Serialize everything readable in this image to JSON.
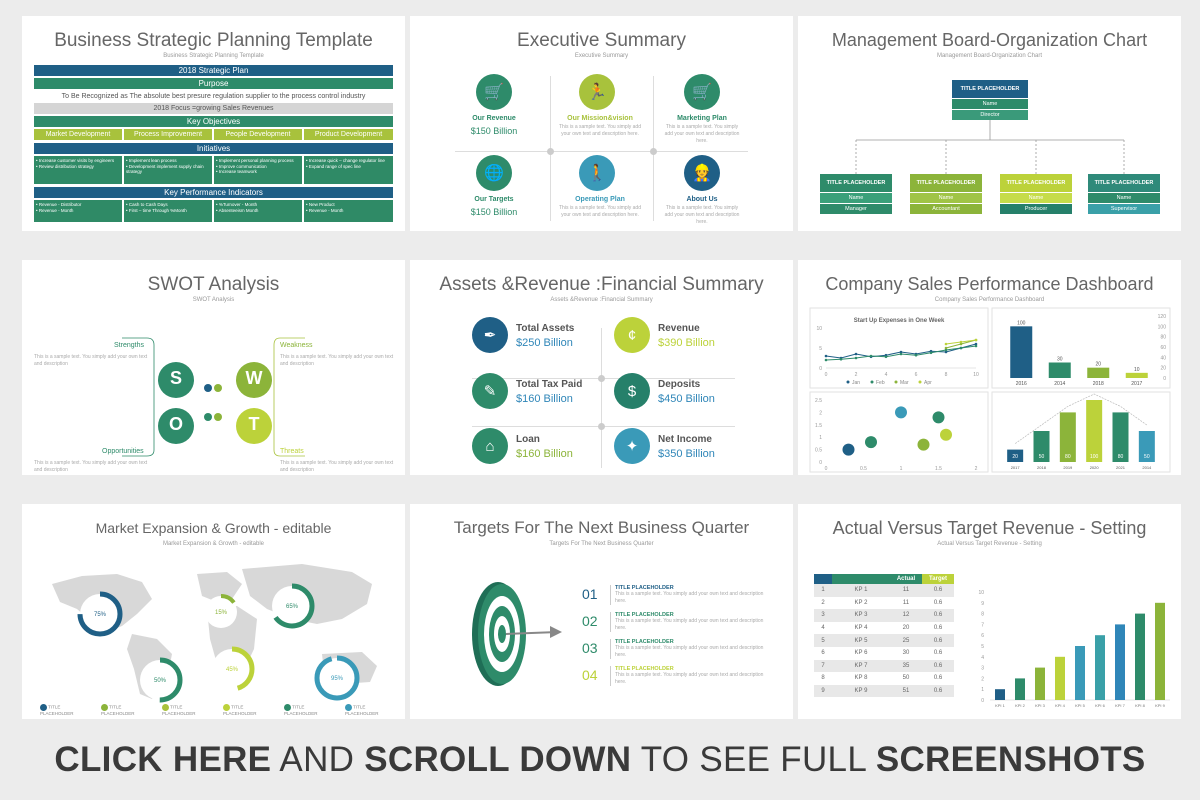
{
  "slides": {
    "s1": {
      "title": "Business Strategic Planning Template",
      "subtitle": "Business Strategic Planning Template",
      "plan": "2018 Strategic Plan",
      "purpose": "Purpose",
      "purpose_text": "To Be Recognized as The absolute best presure regulation supplier to the process control industry",
      "focus": "2018 Focus =growing Sales Revenues",
      "key_objectives": "Key Objectives",
      "objectives": [
        "Market Development",
        "Process Improvement",
        "People Development",
        "Product Development"
      ],
      "initiatives": "Initiatives",
      "initiative_items": [
        "• Increase customer visits by engineers\n• Review distribution strategy",
        "• Implement lean process\n• Development implement supply chain strategy",
        "• Implement personal planning process\n• Improve communication\n• Increase teamwork",
        "• Increase quick – change regulator line\n• Expand range of spec line"
      ],
      "kpi": "Key Performance Indicators",
      "kpi_items": [
        "• Revenue - Distributor\n• Revenue - Month",
        "• Cash to Cash Days\n• First – time Through %Month",
        "• %Turnover - Month\n• Absenteeism Month",
        "• New Product\n• Revenue - Month"
      ]
    },
    "s2": {
      "title": "Executive Summary",
      "subtitle": "Executive Summary",
      "items": [
        {
          "label": "Our Revenue",
          "value": "$150 Billion",
          "color": "#2e8b6a"
        },
        {
          "label": "Our Mission&vision",
          "value": "",
          "desc": "This is a sample text. You simply add your own text and description here.",
          "color": "#a8c23c"
        },
        {
          "label": "Marketing Plan",
          "value": "",
          "desc": "This is a sample text. You simply add your own text and description here.",
          "color": "#2e8b6a"
        },
        {
          "label": "Our Targets",
          "value": "$150 Billion",
          "color": "#2e8b6a"
        },
        {
          "label": "Operating Plan",
          "value": "",
          "desc": "This is a sample text. You simply add your own text and description here.",
          "color": "#3a9ab8"
        },
        {
          "label": "About Us",
          "value": "",
          "desc": "This is a sample text. You simply add your own text and description here.",
          "color": "#1f5f86"
        }
      ]
    },
    "s3": {
      "title": "Management Board-Organization Chart",
      "subtitle": "Management Board-Organization Chart",
      "top": {
        "title": "TITLE PLACEHOLDER",
        "name": "Name",
        "role": "Director"
      },
      "children": [
        {
          "title": "TITLE PLACEHOLDER",
          "name": "Name",
          "role": "Manager",
          "c1": "#2e8b6a",
          "c2": "#3aa07a"
        },
        {
          "title": "TITLE PLACEHOLDER",
          "name": "Name",
          "role": "Accountant",
          "c1": "#8cb43a",
          "c2": "#a0c446"
        },
        {
          "title": "TITLE PLACEHOLDER",
          "name": "Name",
          "role": "Producer",
          "c1": "#bcd23a",
          "c2": "#26806a"
        },
        {
          "title": "TITLE PLACEHOLDER",
          "name": "Name",
          "role": "Supervisor",
          "c1": "#2f8a7a",
          "c2": "#3aa0a8"
        }
      ]
    },
    "s4": {
      "title": "SWOT Analysis",
      "subtitle": "SWOT Analysis",
      "strengths": "Strengths",
      "weakness": "Weakness",
      "opportunities": "Opportunities",
      "threats": "Threats",
      "sample": "This is a sample text. You simply add your own text and description",
      "letters": [
        "S",
        "W",
        "O",
        "T"
      ]
    },
    "s5": {
      "title": "Assets &Revenue :Financial Summary",
      "subtitle": "Assets &Revenue :Financial Summary",
      "items": [
        {
          "label": "Total Assets",
          "value": "$250 Billion",
          "vcolor": "#2f86b8",
          "icolor": "#1f5f86"
        },
        {
          "label": "Revenue",
          "value": "$390 Billion",
          "vcolor": "#bcd23a",
          "icolor": "#bcd23a"
        },
        {
          "label": "Total Tax Paid",
          "value": "$160 Billion",
          "vcolor": "#2f86b8",
          "icolor": "#2e8b6a"
        },
        {
          "label": "Deposits",
          "value": "$450 Billion",
          "vcolor": "#2f86b8",
          "icolor": "#26806a"
        },
        {
          "label": "Loan",
          "value": "$160 Billion",
          "vcolor": "#8cb43a",
          "icolor": "#2e8b6a"
        },
        {
          "label": "Net Income",
          "value": "$350 Billion",
          "vcolor": "#2f86b8",
          "icolor": "#3a9ab8"
        }
      ]
    },
    "s6": {
      "title": "Company Sales Performance Dashboard",
      "subtitle": "Company Sales Performance Dashboard",
      "line_title": "Start Up Expenses in One Week"
    },
    "s7": {
      "title": "Market Expansion & Growth - editable",
      "subtitle": "Market Expansion & Growth - editable",
      "percents": [
        "75%",
        "15%",
        "65%",
        "50%",
        "45%",
        "95%"
      ],
      "legend": [
        "TITLE PLACEHOLDER",
        "TITLE PLACEHOLDER",
        "TITLE PLACEHOLDER",
        "TITLE PLACEHOLDER",
        "TITLE PLACEHOLDER",
        "TITLE PLACEHOLDER"
      ]
    },
    "s8": {
      "title": "Targets For The Next Business Quarter",
      "subtitle": "Targets For The Next Business Quarter",
      "items": [
        {
          "num": "01",
          "title": "TITLE PLACEHOLDER",
          "desc": "This is a sample text. You simply add your own text and description here."
        },
        {
          "num": "02",
          "title": "TITLE PLACEHOLDER",
          "desc": "This is a sample text. You simply add your own text and description here."
        },
        {
          "num": "03",
          "title": "TITLE PLACEHOLDER",
          "desc": "This is a sample text. You simply add your own text and description here."
        },
        {
          "num": "04",
          "title": "TITLE PLACEHOLDER",
          "desc": "This is a sample text. You simply add your own text and description here."
        }
      ]
    },
    "s9": {
      "title": "Actual Versus Target Revenue - Setting",
      "subtitle": "Actual Versus Target Revenue - Setting",
      "col_actual": "Actual",
      "col_target": "Target",
      "rows": [
        [
          "1",
          "KP 1",
          "11",
          "0.6"
        ],
        [
          "2",
          "KP 2",
          "11",
          "0.6"
        ],
        [
          "3",
          "KP 3",
          "12",
          "0.6"
        ],
        [
          "4",
          "KP 4",
          "20",
          "0.6"
        ],
        [
          "5",
          "KP 5",
          "25",
          "0.6"
        ],
        [
          "6",
          "KP 6",
          "30",
          "0.6"
        ],
        [
          "7",
          "KP 7",
          "35",
          "0.6"
        ],
        [
          "8",
          "KP 8",
          "50",
          "0.6"
        ],
        [
          "9",
          "KP 9",
          "51",
          "0.6"
        ]
      ]
    }
  },
  "chart_data": [
    {
      "type": "line",
      "title": "Start Up Expenses in One Week",
      "x": [
        0,
        1,
        2,
        3,
        4,
        5,
        6,
        7,
        8,
        9,
        10
      ],
      "ylim": [
        0,
        10
      ],
      "xlim": [
        0,
        10
      ],
      "series": [
        {
          "name": "Jan",
          "values": [
            3,
            2.5,
            3.5,
            2.8,
            3.2,
            4,
            3.5,
            4.2,
            4,
            5,
            6
          ]
        },
        {
          "name": "Feb",
          "values": [
            2,
            2.2,
            2.5,
            3,
            2.8,
            3.5,
            3.2,
            3.8,
            4.5,
            5,
            5.5
          ]
        },
        {
          "name": "Mar",
          "values": [
            null,
            null,
            null,
            null,
            null,
            null,
            null,
            null,
            5,
            6,
            7
          ]
        },
        {
          "name": "Apr",
          "values": [
            null,
            null,
            null,
            null,
            null,
            null,
            null,
            null,
            6,
            6.5,
            7
          ]
        }
      ]
    },
    {
      "type": "bar",
      "categories": [
        "2016",
        "2014",
        "2018",
        "2017"
      ],
      "values": [
        100,
        30,
        20,
        10
      ],
      "ylim": [
        0,
        120
      ]
    },
    {
      "type": "scatter",
      "xlim": [
        0,
        2
      ],
      "ylim": [
        0,
        2.5
      ],
      "series": [
        {
          "name": "",
          "values": [
            [
              0.3,
              0.5
            ],
            [
              0.6,
              0.8
            ],
            [
              1.0,
              2.0
            ],
            [
              1.3,
              0.7
            ],
            [
              1.5,
              1.8
            ],
            [
              1.6,
              1.1
            ]
          ]
        }
      ]
    },
    {
      "type": "bar",
      "categories": [
        "2017",
        "2018",
        "2019",
        "2020",
        "2021",
        "2014"
      ],
      "values": [
        20,
        50,
        80,
        100,
        80,
        50
      ],
      "ylim": [
        0,
        100
      ]
    },
    {
      "type": "bar",
      "categories": [
        "KPI 1",
        "KPI 2",
        "KPI 3",
        "KPI 4",
        "KPI 5",
        "KPI 6",
        "KPI 7",
        "KPI 8",
        "KPI 9"
      ],
      "values": [
        1,
        2,
        3,
        4,
        5,
        6,
        7,
        8,
        9
      ],
      "ylim": [
        0,
        10
      ]
    }
  ],
  "banner": {
    "part1": "CLICK HERE",
    "part2": "AND",
    "part3": "SCROLL DOWN",
    "part4": "TO SEE FULL",
    "part5": "SCREENSHOTS"
  }
}
